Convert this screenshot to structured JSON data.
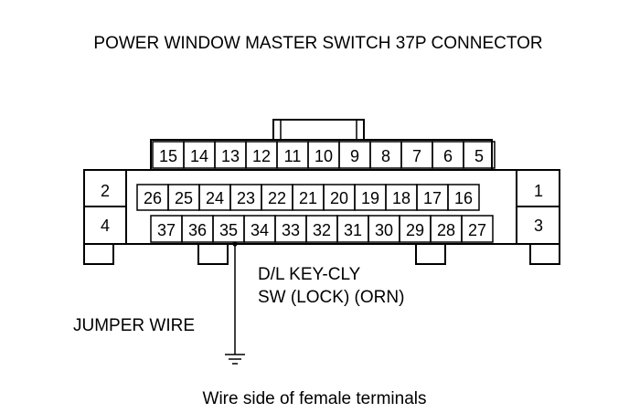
{
  "diagram": {
    "title": "POWER WINDOW MASTER SWITCH 37P CONNECTOR",
    "caption": "Wire side of female terminals",
    "top_row": [
      "15",
      "14",
      "13",
      "12",
      "11",
      "10",
      "9",
      "8",
      "7",
      "6",
      "5"
    ],
    "middle_row": [
      "26",
      "25",
      "24",
      "23",
      "22",
      "21",
      "20",
      "19",
      "18",
      "17",
      "16"
    ],
    "bottom_row": [
      "37",
      "36",
      "35",
      "34",
      "33",
      "32",
      "31",
      "30",
      "29",
      "28",
      "27"
    ],
    "left_block": [
      "2",
      "4"
    ],
    "right_block": [
      "1",
      "3"
    ],
    "wire_label_line1": "D/L KEY-CLY",
    "wire_label_line2": "SW (LOCK) (ORN)",
    "jumper_label": "JUMPER WIRE",
    "jumper_terminal": "35"
  },
  "colors": {
    "line": "#000000",
    "background": "#ffffff"
  }
}
